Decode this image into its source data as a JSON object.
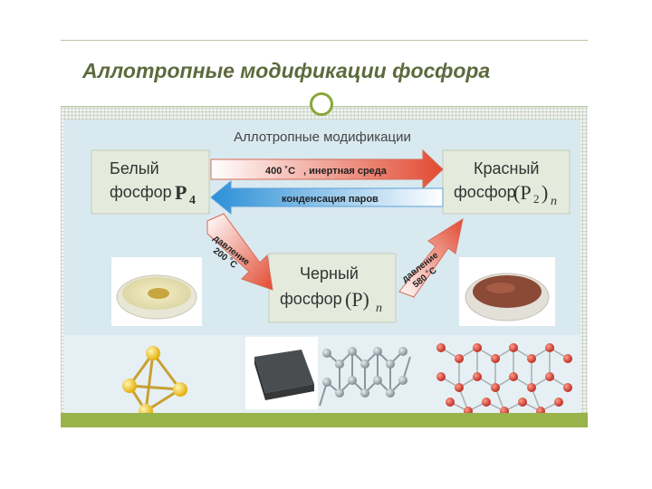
{
  "slide": {
    "title": "Аллотропные модификации фосфора"
  },
  "diagram": {
    "header": "Аллотропные модификации",
    "white": {
      "line1": "Белый",
      "line2": "фосфор",
      "formula": "P",
      "subscript": "4"
    },
    "red": {
      "line1": "Красный",
      "line2": "фосфор",
      "formula": "(P",
      "formula_sub": "2",
      "formula_close": ")",
      "subscript": "n"
    },
    "black": {
      "line1": "Черный",
      "line2": "фосфор",
      "formula": "(P)",
      "subscript": "n"
    },
    "arrow_top": {
      "value": "400 ˚C",
      "rest": ", инертная среда"
    },
    "arrow_bottom": "конденсация паров",
    "arrow_left": {
      "line1": "давление",
      "line2": "200 ˚C"
    },
    "arrow_right": {
      "line1": "давление",
      "line2": "580 ˚C"
    }
  },
  "colors": {
    "panel_bg": "#d8e9ef",
    "box_bg": "#e4ebdc",
    "red_arrow": "#e24a32",
    "blue_arrow": "#2a8fd6",
    "yellow_atom": "#f0c020",
    "red_atom": "#d13a2c",
    "gray_atom": "#9aa2a8",
    "accent_green": "#98b34a"
  }
}
